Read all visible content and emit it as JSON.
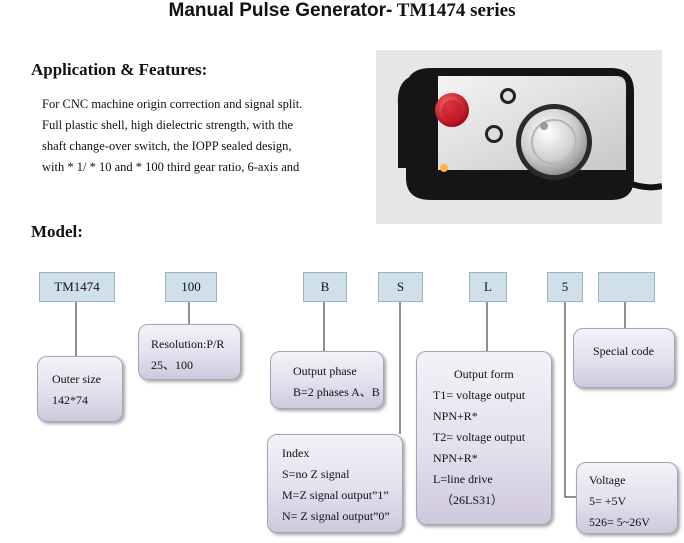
{
  "title": {
    "main": "Manual Pulse Generator-",
    "series": " TM1474 series"
  },
  "features": {
    "heading": "Application & Features:",
    "lines": [
      "For CNC machine origin correction and signal split.",
      "Full plastic shell, high dielectric strength, with the",
      "shaft change-over switch, the IOPP sealed design,",
      "with * 1/ * 10 and * 100 third gear ratio, 6-axis and"
    ]
  },
  "model": {
    "heading": "Model:",
    "codes": [
      "TM1474",
      "100",
      "B",
      "S",
      "L",
      "5",
      ""
    ],
    "descriptions": {
      "outer_size": [
        "Outer size",
        "142*74"
      ],
      "resolution": [
        "Resolution:P/R",
        "25、100"
      ],
      "output_phase": [
        "Output phase",
        "B=2 phases A、B"
      ],
      "index": [
        "Index",
        "S=no Z signal",
        "M=Z signal output”1”",
        "N= Z signal output”0”"
      ],
      "output_form": [
        "Output form",
        "T1=   voltage   output",
        "NPN+R*",
        "T2=   voltage   output",
        "NPN+R*",
        "L=line drive",
        "（26LS31）"
      ],
      "special_code": [
        "Special code"
      ],
      "voltage": [
        "Voltage",
        "5= +5V",
        "526= 5~26V"
      ]
    }
  },
  "colors": {
    "code_box": "#cfe0ea",
    "desc_box": "#e4e0ed",
    "estop": "#d0202a"
  }
}
